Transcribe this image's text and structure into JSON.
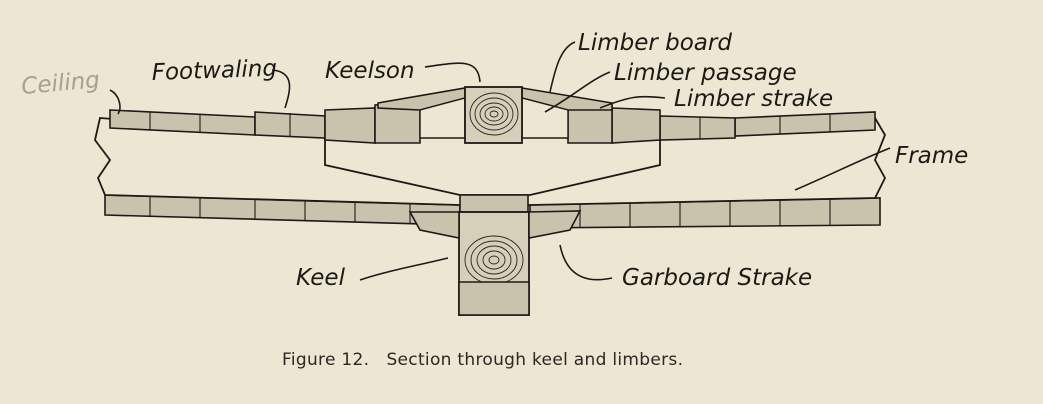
{
  "labels": {
    "ceiling": "Ceiling",
    "footwaling": "Footwaling",
    "keelson": "Keelson",
    "limber_board": "Limber board",
    "limber_passage": "Limber passage",
    "limber_strake": "Limber strake",
    "frame": "Frame",
    "keel": "Keel",
    "garboard_strake": "Garboard Strake"
  },
  "caption": "Figure 12.   Section through keel and limbers.",
  "colors": {
    "paper": "#ece6d2",
    "ink": "#1c1a16",
    "wood_tone": "#c9c2ad"
  }
}
